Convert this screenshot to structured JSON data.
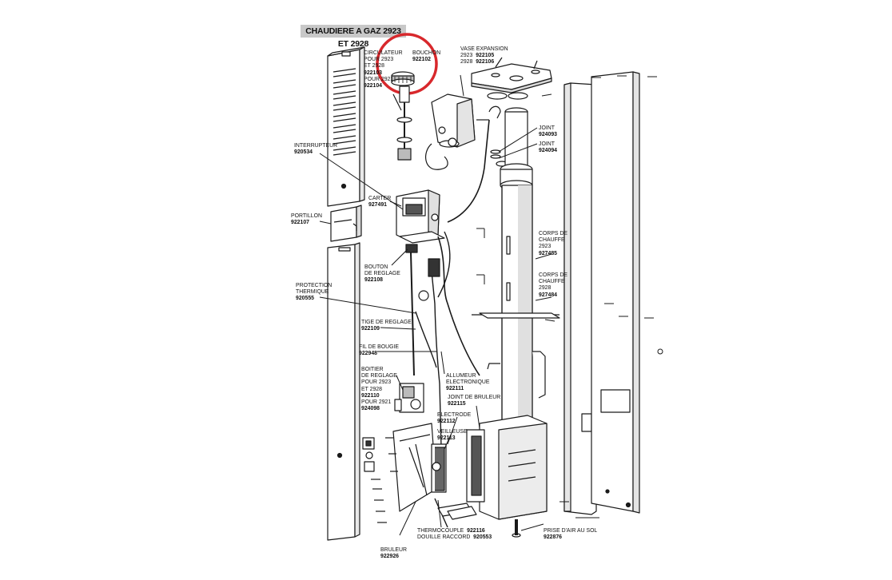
{
  "title": "CHAUDIERE A GAZ 2923 ET 2928",
  "highlight_color": "#d8282c",
  "labels": {
    "circulateur": {
      "lines": [
        "CIRCULATEUR",
        "POUR 2923",
        "ET 2928"
      ],
      "parts": [
        "922103"
      ],
      "extra_lines": [
        "POUR 2921"
      ],
      "extra_parts": [
        "922104"
      ]
    },
    "bouchon": {
      "lines": [
        "BOUCHON"
      ],
      "parts": [
        "922102"
      ]
    },
    "vase": {
      "lines": [
        "VASE EXPANSION"
      ],
      "rows": [
        {
          "model": "2923",
          "part": "922105"
        },
        {
          "model": "2928",
          "part": "922106"
        }
      ]
    },
    "joint1": {
      "lines": [
        "JOINT"
      ],
      "parts": [
        "924093"
      ]
    },
    "joint2": {
      "lines": [
        "JOINT"
      ],
      "parts": [
        "924094"
      ]
    },
    "interrupteur": {
      "lines": [
        "INTERRUPTEUR"
      ],
      "parts": [
        "920534"
      ]
    },
    "carter": {
      "lines": [
        "CARTER"
      ],
      "parts": [
        "927491"
      ]
    },
    "portillon": {
      "lines": [
        "PORTILLON"
      ],
      "parts": [
        "922107"
      ]
    },
    "bouton": {
      "lines": [
        "BOUTON",
        "DE REGLAGE"
      ],
      "parts": [
        "922108"
      ]
    },
    "corps2923": {
      "lines": [
        "CORPS DE",
        "CHAUFFE",
        "2923"
      ],
      "parts": [
        "927485"
      ]
    },
    "corps2928": {
      "lines": [
        "CORPS DE",
        "CHAUFFE",
        "2928"
      ],
      "parts": [
        "927484"
      ]
    },
    "protection": {
      "lines": [
        "PROTECTION",
        "THERMIQUE"
      ],
      "parts": [
        "920555"
      ]
    },
    "tige": {
      "lines": [
        "TIGE DE REGLAGE"
      ],
      "parts": [
        "922109"
      ]
    },
    "fil": {
      "lines": [
        "FIL DE BOUGIE"
      ],
      "parts": [
        "922948"
      ]
    },
    "boitier": {
      "lines": [
        "BOITIER",
        "DE REGLAGE",
        "POUR 2923",
        "ET 2928"
      ],
      "parts": [
        "922110"
      ],
      "extra_lines": [
        "POUR 2921"
      ],
      "extra_parts": [
        "924098"
      ]
    },
    "allumeur": {
      "lines": [
        "ALLUMEUR",
        "ELECTRONIQUE"
      ],
      "parts": [
        "922111"
      ]
    },
    "joint_bruleur": {
      "lines": [
        "JOINT DE BRULEUR"
      ],
      "parts": [
        "922115"
      ]
    },
    "electrode": {
      "inline": "ELECTRODE",
      "inline_part": "922112"
    },
    "veilleuse": {
      "lines": [
        "VEILLEUSE"
      ],
      "parts": [
        "922113"
      ]
    },
    "thermocouple": {
      "inline": "THERMOCOUPLE",
      "inline_part": "922116"
    },
    "douille": {
      "inline": "DOUILLE RACCORD",
      "inline_part": "920553"
    },
    "bruleur": {
      "lines": [
        "BRULEUR"
      ],
      "parts": [
        "922926"
      ]
    },
    "prise": {
      "lines": [
        "PRISE D'AIR AU SOL"
      ],
      "parts": [
        "922876"
      ]
    }
  }
}
